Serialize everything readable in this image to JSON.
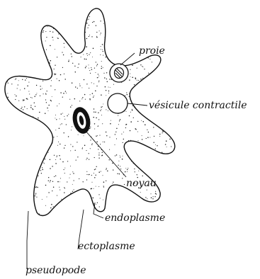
{
  "labels": {
    "proie": "proie",
    "vesicule": "vésicule contractile",
    "noyau": "noyau",
    "endoplasme": "endoplasme",
    "ectoplasme": "ectoplasme",
    "pseudopode": "pseudopode"
  },
  "colors": {
    "ink": "#111111",
    "paper": "#ffffff"
  }
}
